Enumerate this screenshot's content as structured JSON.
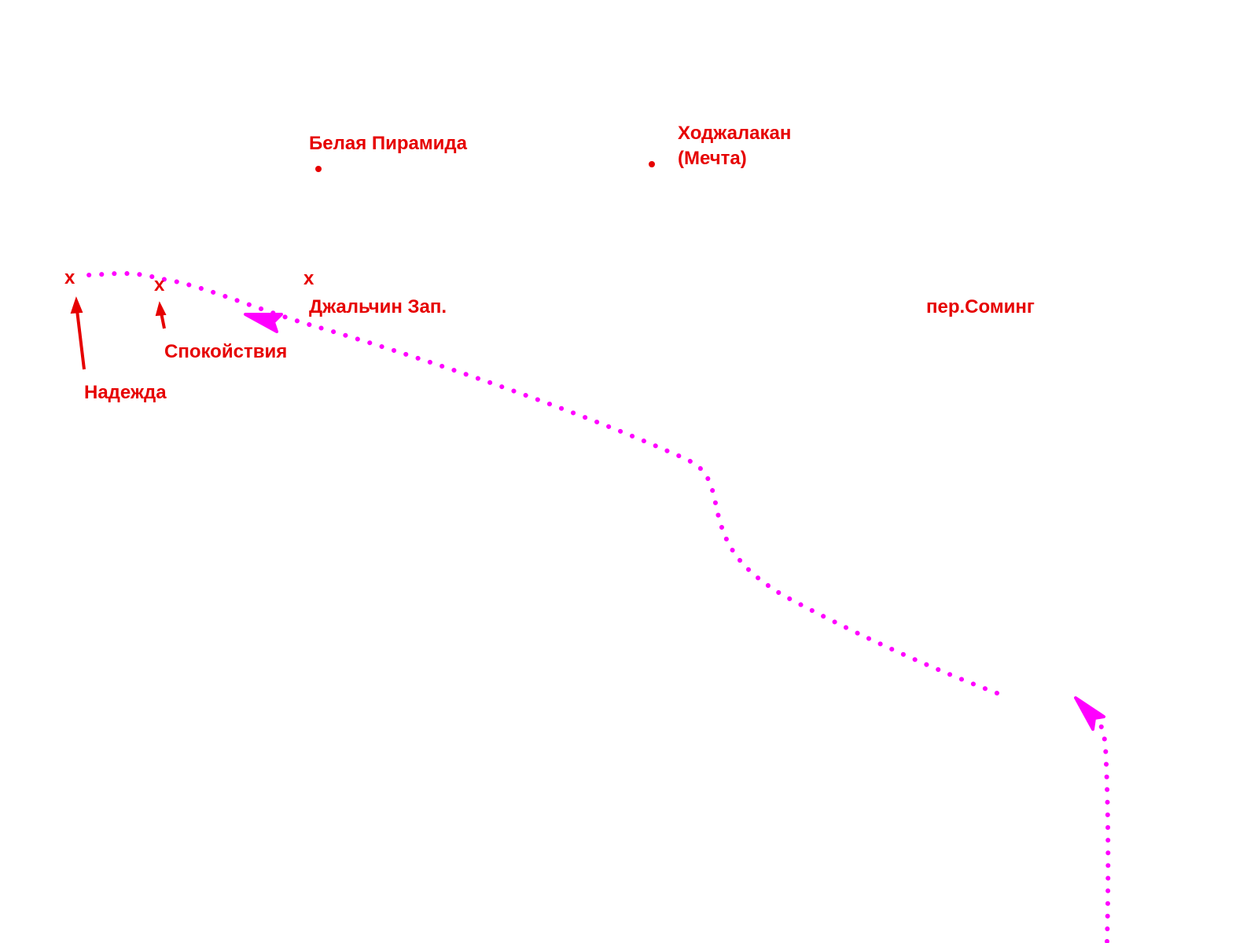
{
  "colors": {
    "labels": "#e60000",
    "route": "#ff00ff",
    "pointer_arrows": "#e60000"
  },
  "icons": {
    "point_marker": "x-mark-icon",
    "summit_dot": "dot-icon",
    "route_direction": "arrowhead-icon"
  },
  "places": {
    "belaya_piramida": "Белая Пирамида",
    "khodzhalakan_line1": "Ходжалакан",
    "khodzhalakan_line2": "(Мечта)",
    "dzhalchin_zap": "Джальчин Зап.",
    "per_soming": "пер.Соминг",
    "spokoystviya": "Спокойствия",
    "nadezhda": "Надежда"
  },
  "markers": {
    "x_symbol": "x"
  }
}
